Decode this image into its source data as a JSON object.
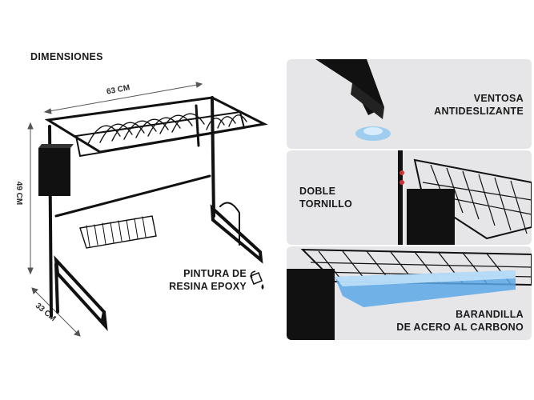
{
  "title": "DIMENSIONES",
  "dimensions": {
    "width": "63 CM",
    "height": "49 CM",
    "depth": "33 CM"
  },
  "features": {
    "paint": [
      "PINTURA DE",
      "RESINA EPOXY"
    ],
    "suction": [
      "VENTOSA",
      "ANTIDESLIZANTE"
    ],
    "screw": [
      "DOBLE",
      "TORNILLO"
    ],
    "rail": [
      "BARANDILLA",
      "DE ACERO AL CARBONO"
    ]
  },
  "colors": {
    "metal": "#111111",
    "panel_bg": "#e6e6e8",
    "highlight": "#5aa8e6"
  },
  "icons": [
    "paint-bucket-icon"
  ]
}
